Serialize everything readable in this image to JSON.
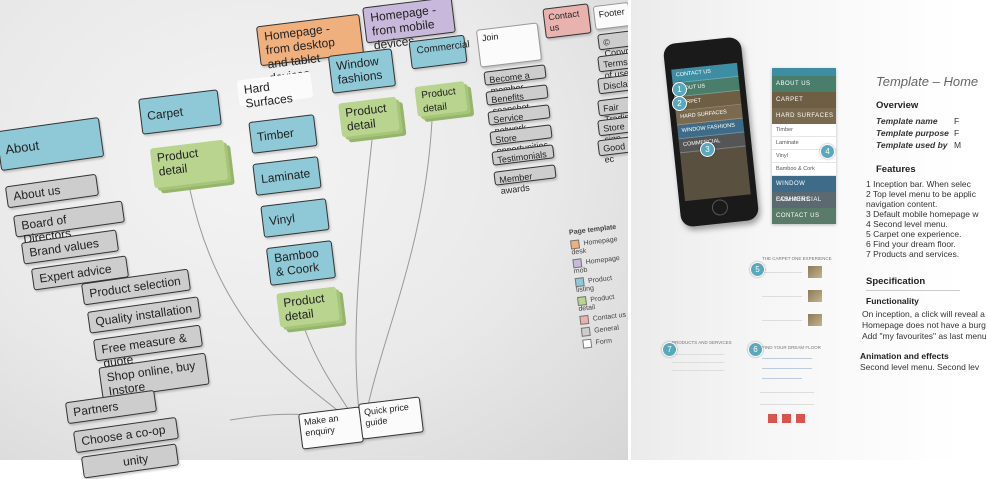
{
  "sitemap": {
    "top": {
      "homepage_desktop": "Homepage - from desktop and tablet devices",
      "homepage_mobile": "Homepage - from mobile devices",
      "contact": "Contact us",
      "footer": "Footer"
    },
    "about": {
      "head": "About",
      "items": [
        "About us",
        "Board of Directors",
        "Brand values",
        "Expert advice"
      ]
    },
    "services": [
      "Product selection",
      "Quality installation",
      "Free measure & quote",
      "Shop online, buy Instore"
    ],
    "partners": [
      "Partners",
      "Choose a co-op",
      "unity"
    ],
    "carpet": {
      "head": "Carpet",
      "detail": "Product detail"
    },
    "hard": {
      "head": "Hard Surfaces",
      "items": [
        "Timber",
        "Laminate",
        "Vinyl",
        "Bamboo & Coork"
      ],
      "detail": "Product detail"
    },
    "window": {
      "head": "Window fashions",
      "detail": "Product detail"
    },
    "commercial": {
      "head": "Commercial",
      "detail": "Product detail"
    },
    "join": {
      "head": "Join",
      "items": [
        "Become a member",
        "Benefits snapshot",
        "Service network",
        "Store opportunities",
        "Testimonials",
        "Member awards"
      ]
    },
    "footer_items": [
      "© Copyright",
      "Terms of use",
      "Disclaim",
      "Fair Trading",
      "Store sign",
      "Good ec"
    ],
    "bottom": {
      "enquiry": "Make an enquiry",
      "quote": "Quick price guide"
    },
    "legend": {
      "title": "Page template",
      "items": [
        {
          "label": "Homepage desk",
          "color": "#f0b07e"
        },
        {
          "label": "Homepage mob",
          "color": "#c8b8dc"
        },
        {
          "label": "Product listing",
          "color": "#8fc8d6"
        },
        {
          "label": "Product detail",
          "color": "#b8d48e"
        },
        {
          "label": "Contact us",
          "color": "#e9b2ae"
        },
        {
          "label": "General",
          "color": "#cdcdcd"
        },
        {
          "label": "Form",
          "color": "#ffffff"
        }
      ]
    }
  },
  "doc": {
    "title": "Template – Home",
    "overview": "Overview",
    "meta": [
      {
        "k": "Template name",
        "v": "F"
      },
      {
        "k": "Template purpose",
        "v": "F"
      },
      {
        "k": "Template used by",
        "v": "M"
      }
    ],
    "features_head": "Features",
    "features": [
      "1  Inception bar. When selec",
      "2  Top level menu to be applic",
      "   navigation content.",
      "3  Default mobile homepage w",
      "4  Second level menu.",
      "5  Carpet one experience.",
      "6  Find your dream floor.",
      "7  Products and services."
    ],
    "spec_head": "Specification",
    "functionality_head": "Functionality",
    "functionality": [
      "On inception, a click will reveal a",
      "Homepage does not have a burg",
      "Add \"my favourites\" as last menu"
    ],
    "anim_head": "Animation and effects",
    "anim": [
      "Second level menu. Second lev"
    ],
    "mock": {
      "menu": [
        "ABOUT US",
        "CARPET",
        "HARD SURFACES"
      ],
      "sub": [
        "Timber",
        "Laminate",
        "Vinyl",
        "Bamboo & Cork"
      ],
      "menu2": [
        "WINDOW FASHIONS",
        "COMMERCIAL",
        "CONTACT US"
      ],
      "phone_rows": [
        "CONTACT US",
        "ABOUT US",
        "CARPET",
        "HARD SURFACES",
        "WINDOW FASHIONS",
        "COMMERCIAL"
      ],
      "experience": "THE CARPET ONE EXPERIENCE",
      "dream": "FIND YOUR DREAM FLOOR",
      "products": "PRODUCTS AND SERVICES"
    },
    "badges": [
      "1",
      "2",
      "3",
      "4",
      "5",
      "6",
      "7"
    ]
  }
}
